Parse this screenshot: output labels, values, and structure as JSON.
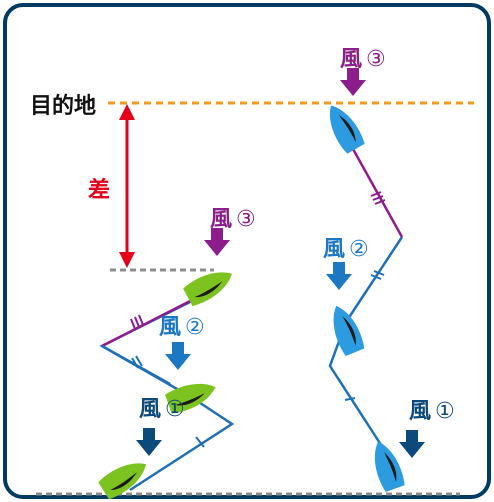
{
  "labels": {
    "destination": "目的地",
    "difference": "差",
    "wind_char": "風"
  },
  "wind_numbers": {
    "w1": "①",
    "w2": "②",
    "w3": "③"
  },
  "colors": {
    "frame_border": "#003a63",
    "destination_line": "#f39a1e",
    "difference_arrow": "#e2001a",
    "baseline": "#8c8c8c",
    "wind1": "#0d4a7c",
    "wind2": "#1d78c4",
    "wind3": "#8b1e8b",
    "boat_green": "#7dc31f",
    "boat_blue": "#2d9be0",
    "track_blue": "#1f6fb7",
    "track_purple": "#8e1c8e"
  },
  "icons": [
    "boat-icon",
    "wind-arrow-icon"
  ]
}
